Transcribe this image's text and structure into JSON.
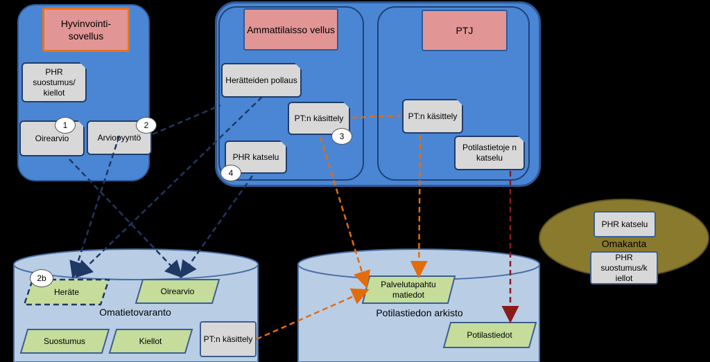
{
  "colors": {
    "background": "#000000",
    "panel_blue": "#4a86d4",
    "title_pink": "#e29595",
    "note_gray": "#d8d8d8",
    "data_green": "#c5dc9b",
    "db_blue": "#b9cde5",
    "omakanta_olive": "#8a7a2e",
    "arrow_navy": "#1f3864",
    "arrow_orange": "#e36c0a",
    "arrow_red": "#8b1a1a"
  },
  "hyvinvointi": {
    "title": "Hyvinvointi-sovellus",
    "phr_consent": "PHR suostumus/ kiellot",
    "oirearvio": "Oirearvio",
    "arviopyynto": "Arviopyyntö"
  },
  "ammattilaisso": {
    "title": "Ammattilaisso vellus",
    "heratteiden_pollaus": "Herätteiden pollaus",
    "pt_kasittely": "PT:n käsittely",
    "phr_katselu": "PHR katselu"
  },
  "ptj": {
    "title": "PTJ",
    "pt_kasittely": "PT:n käsittely",
    "potilastietojen_katselu": "Potilastietoje n katselu"
  },
  "omatietovaranto": {
    "label": "Omatietovaranto",
    "herate": "Heräte",
    "oirearvio": "Oirearvio",
    "suostumus": "Suostumus",
    "kiellot": "Kiellot",
    "pt_kasittely": "PT:n käsittely"
  },
  "potilastiedon_arkisto": {
    "label": "Potilastiedon arkisto",
    "palvelutapahtuma": "Palvelutapahtu matiedot",
    "potilastiedot": "Potilastiedot"
  },
  "omakanta": {
    "label": "Omakanta",
    "phr_katselu": "PHR katselu",
    "phr_consent": "PHR suostumus/k iellot"
  },
  "badges": {
    "b1": "1",
    "b2": "2",
    "b2b": "2b",
    "b3": "3",
    "b4": "4"
  }
}
